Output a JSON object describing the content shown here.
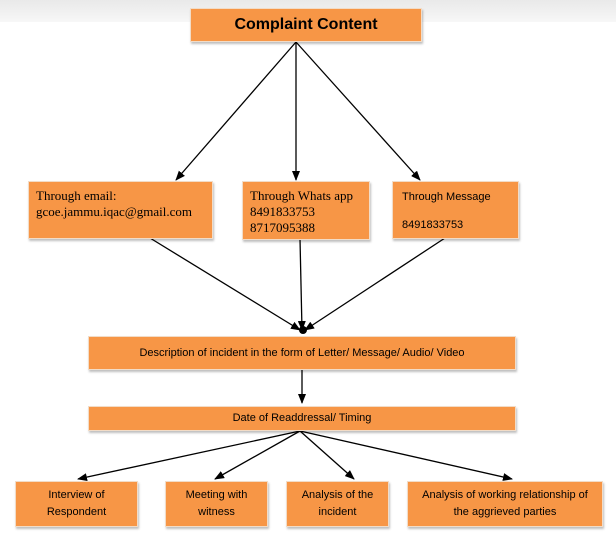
{
  "diagram": {
    "title": "Complaint Content",
    "email": {
      "label": "Through email:",
      "address": "gcoe.jammu.iqac@gmail.com"
    },
    "whatsapp": {
      "label": "Through Whats app",
      "number1": "8491833753",
      "number2": "8717095388"
    },
    "message": {
      "label": "Through Message",
      "number": "8491833753"
    },
    "description": "Description of incident in the form of Letter/ Message/ Audio/ Video",
    "date": "Date of Readdressal/ Timing",
    "interview": {
      "line1": "Interview of",
      "line2": "Respondent"
    },
    "meeting": {
      "line1": "Meeting with",
      "line2": "witness"
    },
    "analysis_incident": {
      "line1": "Analysis of the",
      "line2": "incident"
    },
    "analysis_relationship": {
      "line1": "Analysis of working relationship of",
      "line2": "the aggrieved parties"
    }
  }
}
